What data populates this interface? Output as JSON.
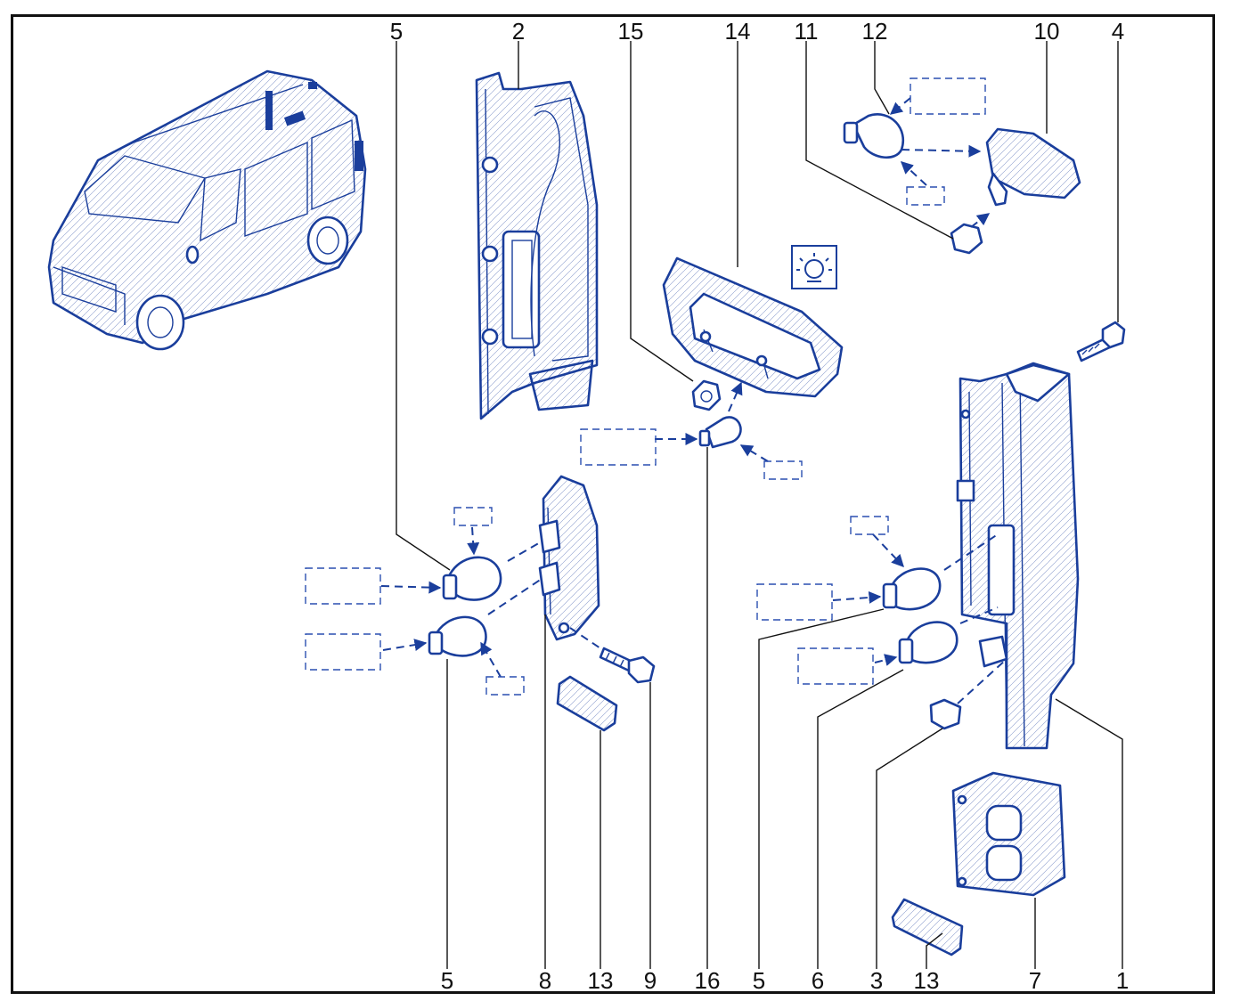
{
  "diagram": {
    "colors": {
      "parts": "#1a3e9c",
      "frame": "#111111",
      "background": "#ffffff"
    },
    "callouts_top": [
      "5",
      "2",
      "15",
      "14",
      "11",
      "12",
      "10",
      "4"
    ],
    "callouts_bottom": [
      "5",
      "8",
      "13",
      "9",
      "16",
      "5",
      "6",
      "3",
      "13",
      "7",
      "1"
    ],
    "symbol": "lamp-symbol-icon"
  }
}
